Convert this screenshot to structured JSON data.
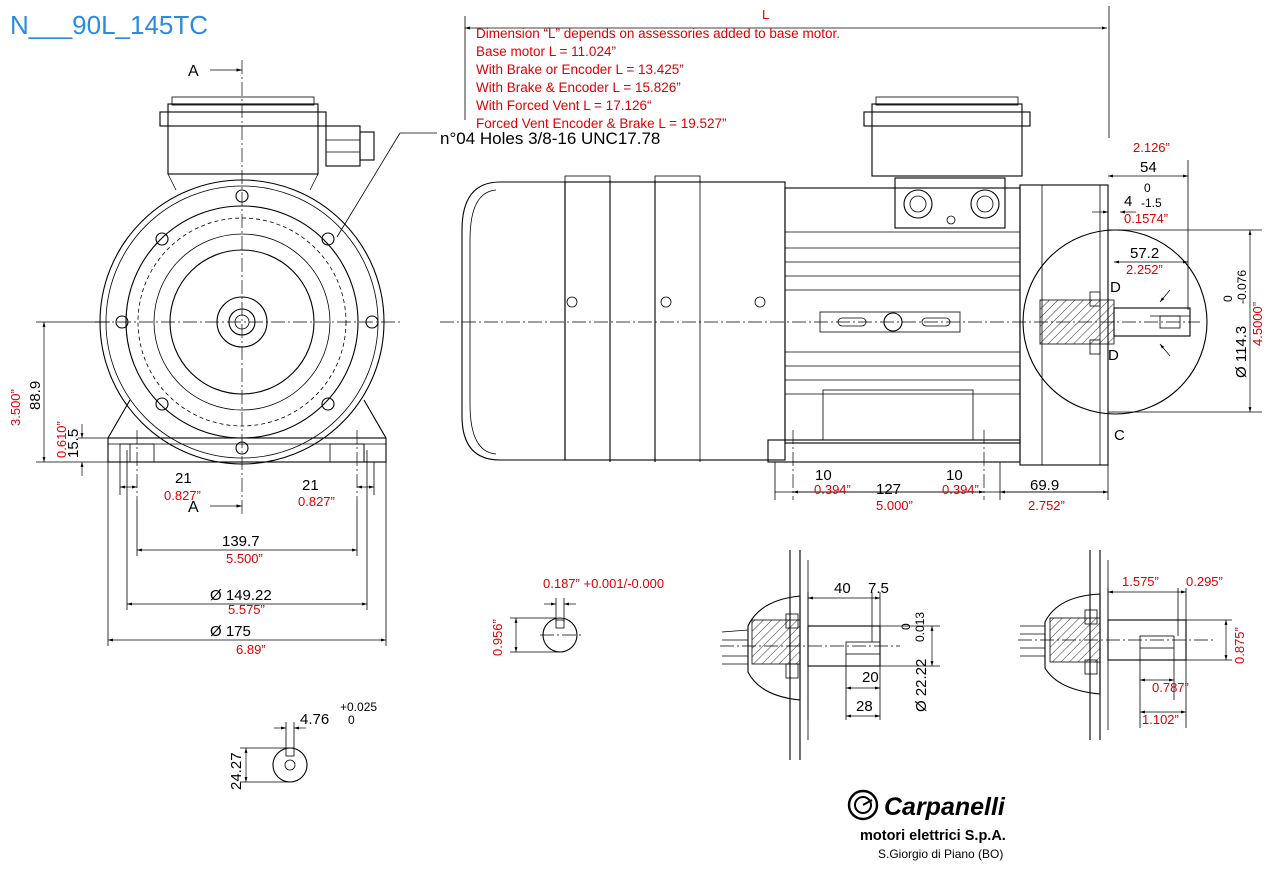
{
  "title": "N___90L_145TC",
  "notes": {
    "L_label": "L",
    "line1": "Dimension “L” depends on assessories added to base motor.",
    "line2": "Base motor L = 11.024”",
    "line3": "With Brake or Encoder L = 13.425”",
    "line4": "With Brake & Encoder L = 15.826”",
    "line5": "With Forced Vent L = 17.126“",
    "line6": "Forced Vent Encoder & Brake  L = 19.527”"
  },
  "holes_note": "n°04 Holes 3/8-16 UNC17.78",
  "front": {
    "section_a_top": "A",
    "section_a_bottom": "A",
    "h889": "88.9",
    "h3500": "3.500”",
    "h155": "15.5",
    "h0610": "0.610”",
    "d21_left": "21",
    "d0827_left": "0.827”",
    "d21_right": "21",
    "d0827_right": "0.827”",
    "d1397": "139.7",
    "d5500": "5.500”",
    "d14922": "Ø 149.22",
    "d5575": "5.575”",
    "d175": "Ø 175",
    "d689": "6.89”"
  },
  "side": {
    "d2126": "2.126”",
    "d54": "54",
    "tol0": "0",
    "d4": "4",
    "tolm15": "-1.5",
    "d01574": "0.1574”",
    "d572": "57.2",
    "d2252": "2.252”",
    "d_label1": "D",
    "d_label2": "D",
    "c_label": "C",
    "dia1143": "Ø 114.3",
    "tol_top": "0",
    "tol_bot": "-0.076",
    "d4500": "4.5000”",
    "d10_left": "10",
    "d0394_left": "0.394”",
    "d127": "127",
    "d5000": "5.000”",
    "d10_right": "10",
    "d0394_right": "0.394”",
    "d699": "69.9",
    "d2752": "2.752”"
  },
  "key": {
    "tol": "0.187” +0.001/-0.000",
    "h0956": "0.956”"
  },
  "keyway": {
    "d476": "4.76",
    "tol_top": "+0.025",
    "tol_bot": "0",
    "h2427": "24.27"
  },
  "detail1": {
    "d40": "40",
    "d75": "7.5",
    "tol_top": "0",
    "tol_bot": "0.013",
    "dia2222": "Ø 22.22",
    "d20": "20",
    "d28": "28"
  },
  "detail2": {
    "d1575": "1.575”",
    "d0295": "0.295”",
    "d0875": "0.875”",
    "d0787": "0.787”",
    "d1102": "1.102”"
  },
  "logo": {
    "brand": "Carpanelli",
    "sub": "motori elettrici S.p.A.",
    "city": "S.Giorgio di Piano (BO)"
  },
  "colors": {
    "title": "#2a8be0",
    "dims_red": "#e00000",
    "lines": "#000000"
  }
}
